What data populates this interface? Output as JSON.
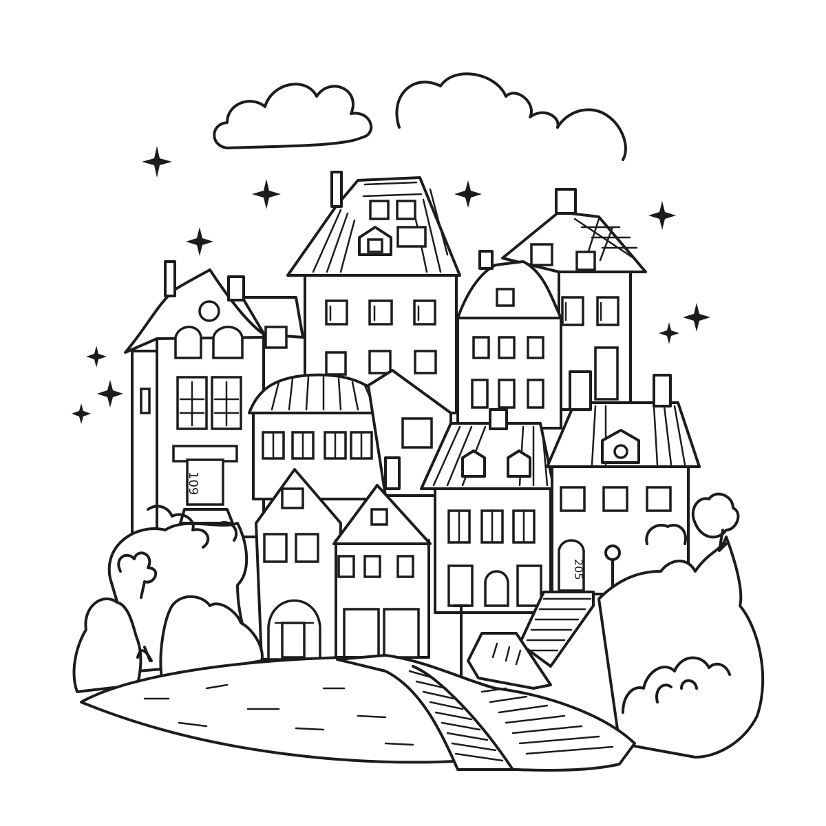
{
  "scene": {
    "subject": "hillside-village-line-art",
    "style": "black-outline-coloring-page",
    "colors": {
      "background": "#ffffff",
      "ink": "#1c1c1c"
    },
    "house_numbers": [
      "109",
      "205"
    ]
  }
}
